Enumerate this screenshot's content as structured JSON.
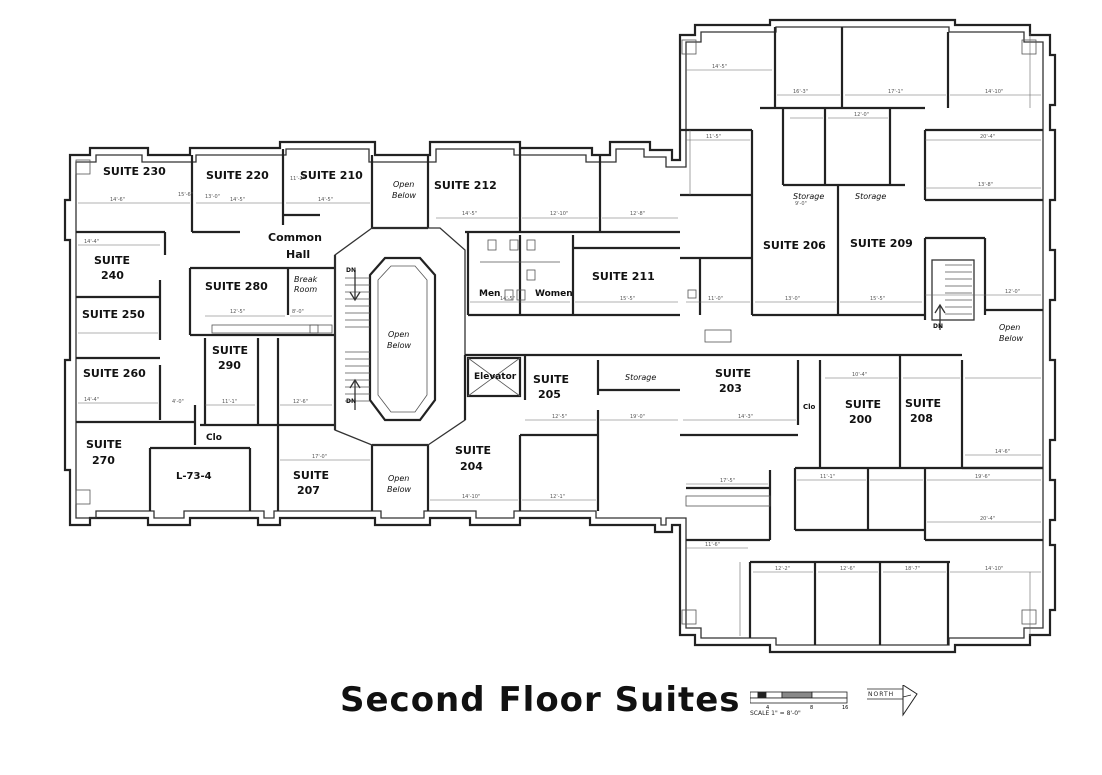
{
  "title": "Second Floor Suites",
  "scale_caption": "SCALE 1\" = 8'-0\"",
  "north_label": "NORTH",
  "scale_ticks": [
    "4",
    "8",
    "16"
  ],
  "rooms": [
    {
      "id": "suite-230",
      "label": "SUITE 230"
    },
    {
      "id": "suite-220",
      "label": "SUITE 220"
    },
    {
      "id": "suite-210",
      "label": "SUITE 210"
    },
    {
      "id": "open-below-top",
      "lines": [
        "Open",
        "Below"
      ]
    },
    {
      "id": "suite-212",
      "label": "SUITE 212"
    },
    {
      "id": "common-hall",
      "lines": [
        "Common",
        "Hall"
      ]
    },
    {
      "id": "suite-240",
      "lines": [
        "SUITE",
        "240"
      ]
    },
    {
      "id": "suite-280",
      "label": "SUITE 280"
    },
    {
      "id": "break-room",
      "lines": [
        "Break",
        "Room"
      ]
    },
    {
      "id": "open-below-center",
      "lines": [
        "Open",
        "Below"
      ]
    },
    {
      "id": "men",
      "label": "Men"
    },
    {
      "id": "women",
      "label": "Women"
    },
    {
      "id": "suite-211",
      "label": "SUITE 211"
    },
    {
      "id": "suite-206",
      "label": "SUITE 206"
    },
    {
      "id": "suite-209",
      "label": "SUITE 209"
    },
    {
      "id": "storage-1",
      "label": "Storage"
    },
    {
      "id": "storage-2",
      "label": "Storage"
    },
    {
      "id": "suite-250",
      "label": "SUITE 250"
    },
    {
      "id": "suite-290",
      "lines": [
        "SUITE",
        "290"
      ]
    },
    {
      "id": "suite-260",
      "label": "SUITE 260"
    },
    {
      "id": "elevator",
      "label": "Elevator"
    },
    {
      "id": "suite-205",
      "lines": [
        "SUITE",
        "205"
      ]
    },
    {
      "id": "storage-3",
      "label": "Storage"
    },
    {
      "id": "suite-203",
      "lines": [
        "SUITE",
        "203"
      ]
    },
    {
      "id": "suite-200",
      "lines": [
        "SUITE",
        "200"
      ]
    },
    {
      "id": "suite-208",
      "lines": [
        "SUITE",
        "208"
      ]
    },
    {
      "id": "open-below-right",
      "lines": [
        "Open",
        "Below"
      ]
    },
    {
      "id": "suite-270",
      "lines": [
        "SUITE",
        "270"
      ]
    },
    {
      "id": "clo-1",
      "label": "Clo"
    },
    {
      "id": "clo-2",
      "label": "Clo"
    },
    {
      "id": "l-73-4",
      "label": "L-73-4"
    },
    {
      "id": "suite-207",
      "lines": [
        "SUITE",
        "207"
      ]
    },
    {
      "id": "open-below-bottom",
      "lines": [
        "Open",
        "Below"
      ]
    },
    {
      "id": "suite-204",
      "lines": [
        "SUITE",
        "204"
      ]
    }
  ],
  "stair_labels": [
    "DN",
    "DN",
    "DN"
  ],
  "dimensions": [
    "14'-6\"",
    "15'-6\"",
    "14'-5\"",
    "13'-0\"",
    "14'-5\"",
    "11'-2\"",
    "14'-5\"",
    "14'-4\"",
    "14'-4\"",
    "12'-10\"",
    "12'-8\"",
    "12'-5\"",
    "14'-5\"",
    "16'-3\"",
    "17'-1\"",
    "14'-10\"",
    "12'-0\"",
    "20'-4\"",
    "11'-5\"",
    "15'-5\"",
    "13'-0\"",
    "9'-0\"",
    "13'-8\"",
    "15'-5\"",
    "14'-5\"",
    "11'-0\"",
    "8'-0\"",
    "12'-0\"",
    "14'-3\"",
    "4'-0\"",
    "11'-1\"",
    "12'-6\"",
    "17'-0\"",
    "14'-10\"",
    "12'-1\"",
    "19'-0\"",
    "12'-5\"",
    "14'-6\"",
    "17'-5\"",
    "10'-4\"",
    "19'-6\"",
    "11'-1\"",
    "20'-4\"",
    "12'-2\"",
    "12'-6\"",
    "14'-10\"",
    "11'-6\"",
    "18'-7\""
  ]
}
